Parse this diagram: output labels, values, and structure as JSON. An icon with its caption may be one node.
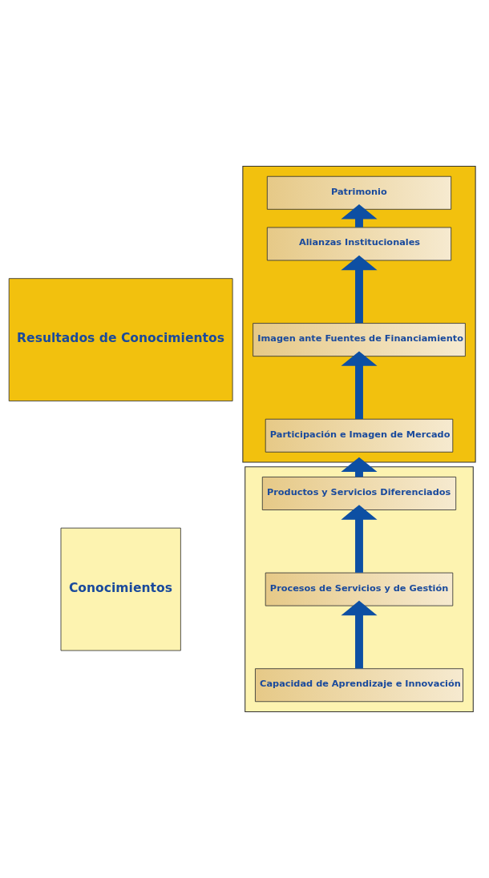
{
  "diagram": {
    "nodes": [
      {
        "text": [
          "Resultados de Conocimientos"
        ]
      },
      {
        "text": [],
        "shape": "box"
      },
      {
        "text": [
          "Patrimonio"
        ],
        "in": 1
      },
      {
        "text": [
          "Alianzas Institucionales"
        ],
        "in": 1
      },
      {
        "text": [
          "Imagen ante Fuentes de Financiamiento"
        ],
        "in": 1
      },
      {
        "text": [
          "Participación e Imagen de Mercado"
        ],
        "in": 1
      },
      {
        "text": [
          "Conocimientos"
        ]
      },
      {
        "text": [],
        "shape": "box"
      },
      {
        "text": [
          "Productos y Servicios Diferenciados"
        ],
        "in": 7
      },
      {
        "text": [
          "Procesos de Servicios y de Gestión"
        ],
        "in": 7
      },
      {
        "text": [
          "Capacidad de Aprendizaje e Innovación"
        ],
        "in": 7
      }
    ],
    "edges": [
      {
        "from": 3,
        "to": 2,
        "arrow": "to"
      },
      {
        "from": 4,
        "to": 3,
        "arrow": "to"
      },
      {
        "from": 5,
        "to": 4,
        "arrow": "to"
      },
      {
        "from": 8,
        "to": 1,
        "arrow": "to"
      },
      {
        "from": 9,
        "to": 8,
        "arrow": "to"
      },
      {
        "from": 10,
        "to": 9,
        "arrow": "to"
      }
    ]
  }
}
